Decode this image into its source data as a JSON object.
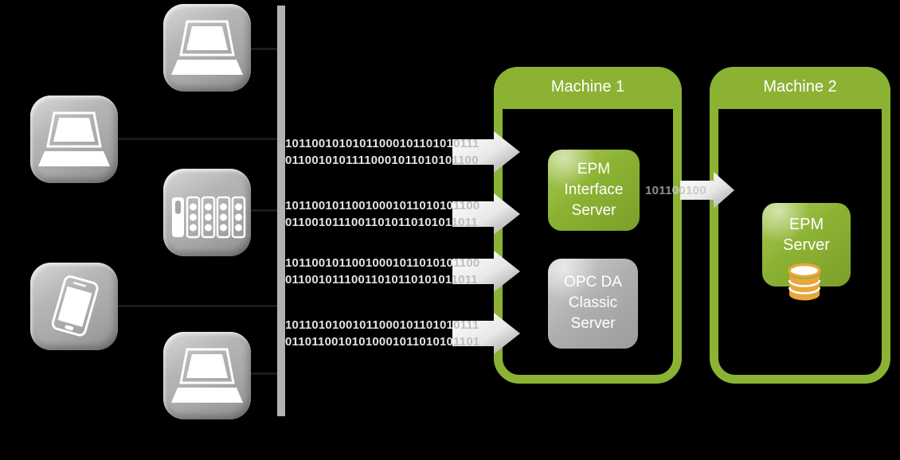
{
  "diagram": {
    "machine1": {
      "title": "Machine 1",
      "epm_interface_server": {
        "line1": "EPM",
        "line2": "Interface",
        "line3": "Server"
      },
      "opc_da_server": {
        "line1": "OPC DA",
        "line2": "Classic",
        "line3": "Server"
      }
    },
    "machine2": {
      "title": "Machine 2",
      "epm_server": {
        "line1": "EPM",
        "line2": "Server"
      }
    },
    "devices": [
      {
        "icon": "laptop-icon"
      },
      {
        "icon": "laptop-icon"
      },
      {
        "icon": "plc-icon"
      },
      {
        "icon": "smartphone-icon"
      },
      {
        "icon": "laptop-icon"
      }
    ],
    "streams": [
      {
        "line1": {
          "main": "1011001010101100010110101",
          "tail": "0111"
        },
        "line2": {
          "main": "0110010101111000101101010",
          "tail": "1100"
        }
      },
      {
        "line1": {
          "main": "1011001011001000101101010",
          "tail": "1100"
        },
        "line2": {
          "main": "0110010111001101011010101",
          "tail": "1011"
        }
      },
      {
        "line1": {
          "main": "1011001011001000101101010",
          "tail": "1100"
        },
        "line2": {
          "main": "0110010111001101011010101",
          "tail": "1011"
        }
      },
      {
        "line1": {
          "main": "1011010100101100010110101",
          "tail": "0111"
        },
        "line2": {
          "main": "0110110010101000101101010",
          "tail": "1101"
        }
      }
    ],
    "machine_link_binary": {
      "prefix": "1011",
      "suffix": "00100"
    },
    "colors": {
      "background": "#000000",
      "green": "#8cb234",
      "icon_gray": "#ababab",
      "bus_gray": "#b2b2b2",
      "database_orange": "#e7a73c",
      "binary_main": "#e3e3e3",
      "binary_tail": "#bdbdbd"
    }
  }
}
